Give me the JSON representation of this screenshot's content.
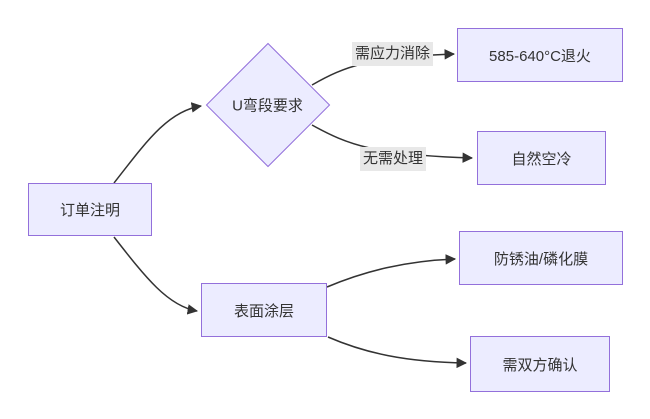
{
  "diagram": {
    "type": "flowchart",
    "direction": "left-to-right",
    "background_color": "#ffffff",
    "node_fill_color": "#ECECFF",
    "node_border_color": "#9370DB",
    "edge_line_color": "#333333",
    "edge_label_background": "#e8e8e8",
    "text_color": "#333333"
  },
  "nodes": {
    "order_note": {
      "label": "订单注明",
      "shape": "rect"
    },
    "u_bend": {
      "label": "U弯段要求",
      "shape": "diamond"
    },
    "annealing": {
      "label": "585-640°C退火",
      "shape": "rect"
    },
    "air_cooling": {
      "label": "自然空冷",
      "shape": "rect"
    },
    "surface_coating": {
      "label": "表面涂层",
      "shape": "rect"
    },
    "antirust": {
      "label": "防锈油/磷化膜",
      "shape": "rect"
    },
    "confirm": {
      "label": "需双方确认",
      "shape": "rect"
    }
  },
  "edge_labels": {
    "stress_relief": "需应力消除",
    "no_treatment": "无需处理"
  },
  "edges": [
    {
      "from": "订单注明",
      "to": "U弯段要求",
      "label": ""
    },
    {
      "from": "U弯段要求",
      "to": "585-640°C退火",
      "label": "需应力消除"
    },
    {
      "from": "U弯段要求",
      "to": "自然空冷",
      "label": "无需处理"
    },
    {
      "from": "订单注明",
      "to": "表面涂层",
      "label": ""
    },
    {
      "from": "表面涂层",
      "to": "防锈油/磷化膜",
      "label": ""
    },
    {
      "from": "表面涂层",
      "to": "需双方确认",
      "label": ""
    }
  ]
}
